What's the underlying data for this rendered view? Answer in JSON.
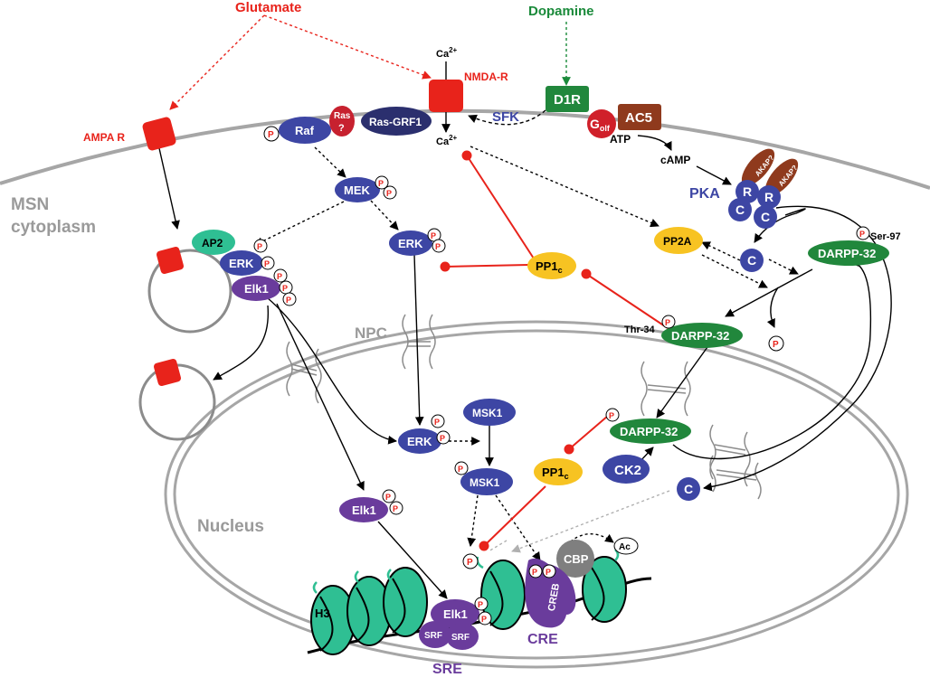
{
  "labels": {
    "glutamate": "Glutamate",
    "dopamine": "Dopamine",
    "ca_top": "Ca",
    "ca_mid": "Ca",
    "ca_sup": "2+",
    "nmda_r": "NMDA-R",
    "ampa_r": "AMPA R",
    "d1r": "D1R",
    "sfk": "SFK",
    "golf": "G",
    "golf_sub": "olf",
    "ac5": "AC5",
    "atp": "ATP",
    "camp": "cAMP",
    "pka": "PKA",
    "akap": "AKAP?",
    "raf": "Raf",
    "ras": "Ras",
    "ras_q": "?",
    "ras_grf1": "Ras-GRF1",
    "mek": "MEK",
    "erk": "ERK",
    "elk1": "Elk1",
    "ap2": "AP2",
    "pp2a": "PP2A",
    "pp1c": "PP1",
    "pp1c_sub": "c",
    "darpp32": "DARPP-32",
    "ser97": "Ser-97",
    "thr34": "Thr-34",
    "msk1": "MSK1",
    "ck2": "CK2",
    "c": "C",
    "r": "R",
    "p": "P",
    "cbp": "CBP",
    "creb": "CREB",
    "ac": "Ac",
    "srf": "SRF",
    "h3": "H3",
    "sre": "SRE",
    "cre": "CRE",
    "npc": "NPC",
    "nucleus": "Nucleus",
    "msn_line1": "MSN",
    "msn_line2": "cytoplasm"
  },
  "colors": {
    "glutamate": "#e8231b",
    "dopamine": "#1a8a3a",
    "receptor": "#e8231b",
    "kinase_blue": "#3d46a4",
    "elk_purple": "#6a3c9c",
    "darpp_green": "#21873c",
    "pp_yellow": "#f7c322",
    "ac5_brown": "#8f3a1d",
    "teal": "#2fbf93",
    "membrane_gray": "#a6a6a6",
    "cbp_gray": "#7f7f7f",
    "inhibition_red": "#e8231b"
  }
}
